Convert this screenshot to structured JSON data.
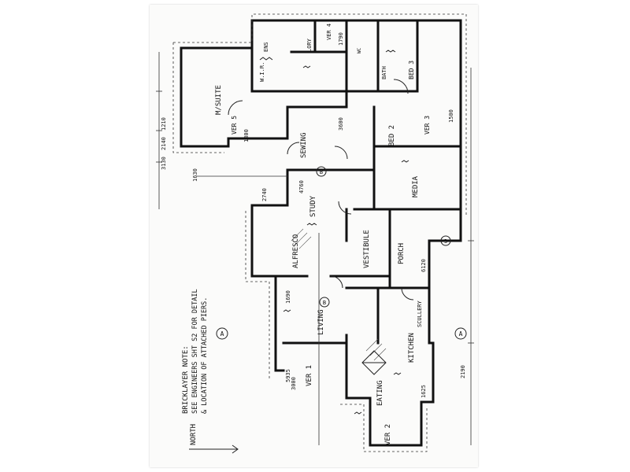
{
  "rooms": {
    "m_suite": "M/SUITE",
    "wir": "W.I.R.",
    "ens": "ENS",
    "lory": "LORY",
    "ver4": "VER 4",
    "wc": "WC",
    "bath": "BATH",
    "bed3": "BED 3",
    "bed2": "BED 2",
    "ver3": "VER 3",
    "ver5": "VER 5",
    "sewing": "SEWING",
    "study": "STUDY",
    "media": "MEDIA",
    "alfresco": "ALFRESCO",
    "vestibule": "VESTIBULE",
    "porch": "PORCH",
    "living": "LIVING",
    "kitchen": "KITCHEN",
    "scullery": "SCULLERY",
    "eating": "EATING",
    "ver1": "VER 1",
    "ver2": "VER 2"
  },
  "notes": {
    "bricklayer_title": "BRICKLAYER NOTE:",
    "bricklayer_line1": "SEE ENGINEERS SHT S2 FOR DETAIL",
    "bricklayer_line2": "& LOCATION OF ATTACHED PIERS.",
    "north": "NORTH",
    "section_a": "A",
    "marker_b": "B",
    "marker_3": "3"
  },
  "dims": {
    "d3130": "3130",
    "d2140": "2140",
    "d1210": "1210",
    "d1800": "1800",
    "d1630": "1630",
    "d2740": "2740",
    "d3600": "3600",
    "d1500": "1500",
    "d1790": "1790",
    "d1625": "1625",
    "d2190": "2190",
    "d3000": "3000",
    "d1690": "1690",
    "d6120": "6120",
    "d4760": "4760",
    "d5935": "5935"
  }
}
